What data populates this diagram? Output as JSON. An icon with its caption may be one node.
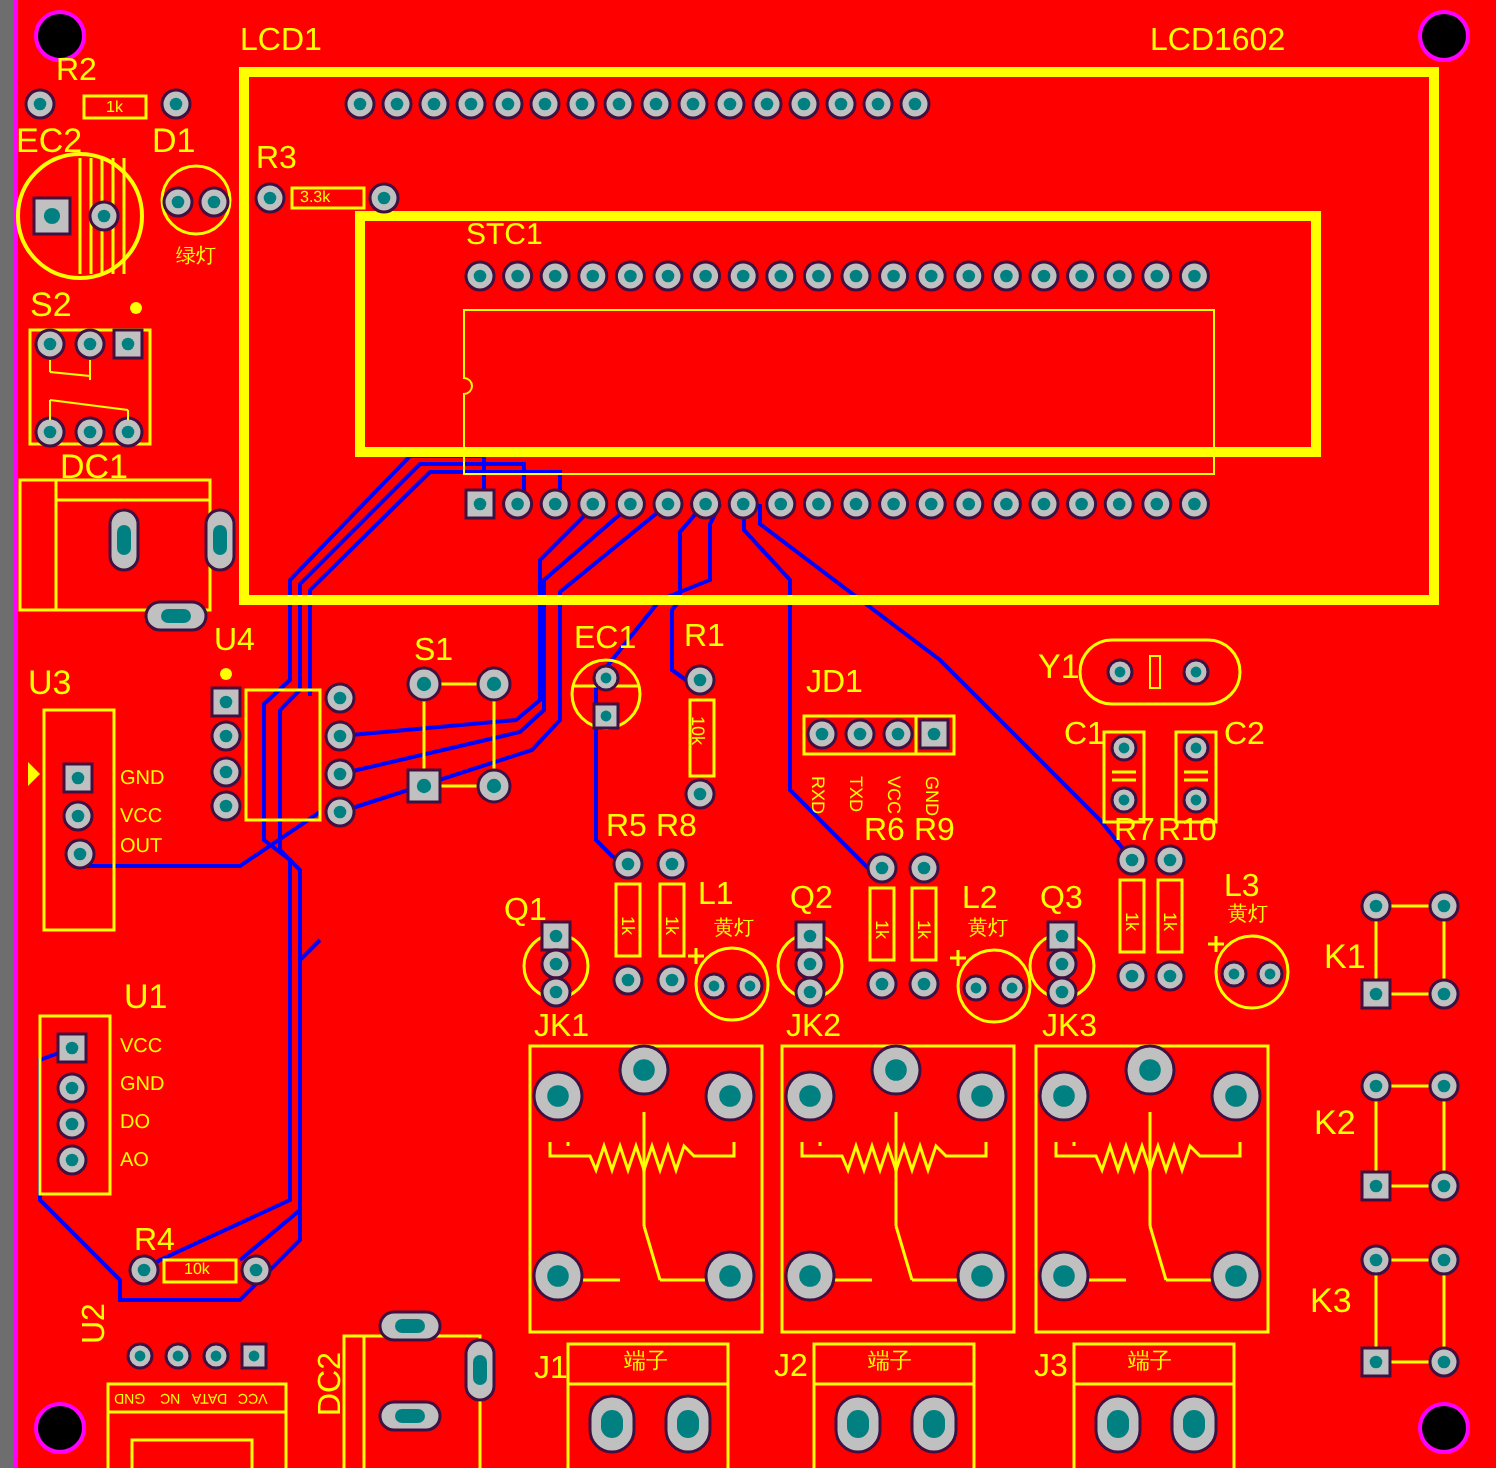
{
  "diagram": {
    "labels": [
      "R2",
      "1k",
      "EC2",
      "D1",
      "绿灯",
      "LCD1",
      "LCD1602",
      "R3",
      "3.3k",
      "STC1",
      "S2",
      "DC1",
      "U4",
      "S1",
      "EC1",
      "R1",
      "10k",
      "JD1",
      "RXD",
      "TXD",
      "VCC",
      "GND",
      "Y1",
      "C1",
      "C2",
      "U3",
      "GND",
      "VCC",
      "OUT",
      "R5",
      "R8",
      "R6",
      "R9",
      "R7",
      "R10",
      "Q1",
      "1k",
      "1k",
      "L1",
      "黄灯",
      "Q2",
      "1k",
      "1k",
      "L2",
      "黄灯",
      "Q3",
      "1k",
      "1k",
      "L3",
      "黄灯",
      "K1",
      "U1",
      "VCC",
      "GND",
      "DO",
      "AO",
      "JK1",
      "JK2",
      "JK3",
      "K2",
      "R4",
      "10k",
      "K3",
      "U2",
      "GND",
      "NC",
      "DATA",
      "VCC",
      "DC2",
      "J1",
      "端子",
      "J2",
      "端子",
      "J3",
      "端子"
    ]
  }
}
